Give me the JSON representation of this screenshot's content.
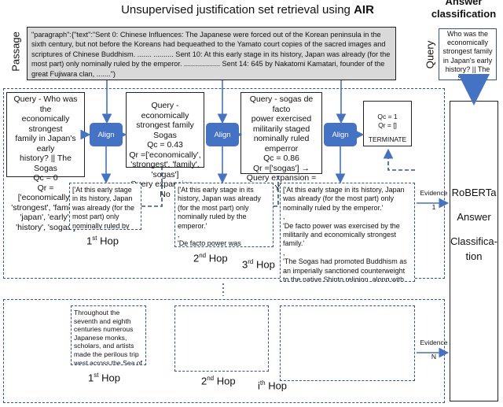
{
  "header": {
    "title_prefix": "Unsupervised justification set retrieval using ",
    "title_bold": "AIR",
    "answer_title": "Answer classification"
  },
  "labels": {
    "passage": "Passage",
    "query": "Query",
    "align": "Align",
    "evidence": "Evidence",
    "evidence_n1": "1",
    "evidence_n2": "N"
  },
  "passage": {
    "text": "\"paragraph\":{\"text\":\"Sent 0: Chinese Influences: The Japanese were forced out of the Korean peninsula in the sixth century, but not before the Koreans had bequeathed to the Yamato court copies of the sacred images and scriptures of Chinese Buddhism.        ....... ..........                Sent 10: At this early stage in its history, Japan was already (for the most part) only nominally ruled by the emperor.              ..................                Sent 14: 645 by Nakatomi Kamatari, founder of the great Fujiwara clan, .......\")"
  },
  "query_box": {
    "text": "Who was the economically strongest family in Japan's early history? || The Sogas"
  },
  "hops_row1": [
    {
      "query_lines": [
        "Query - Who was the",
        "economically strongest",
        "family in Japan's early",
        "history? || The Sogas",
        "Qc = 0",
        "Qr = ['economically',",
        "'strongest', 'family',",
        "'japan', 'early',",
        "'history', 'sogas']"
      ],
      "evidence": "['At this early stage in its history, Japan was already (for the most part) only nominally ruled by the emperor.']",
      "hop_num": "1",
      "hop_sup": "st",
      "hop_word": "Hop"
    },
    {
      "query_lines": [
        "Query - economically",
        "strongest family Sogas",
        "Qc = 0.43",
        "Qr =['economically',",
        "'strongest', 'family',",
        "'sogas']",
        "Query expansion = No"
      ],
      "evidence": "['At this early stage in its history, Japan was already (for the most part) only nominally ruled by the emperor.'\n,\n'De facto power was exercised by the militarily and economically strongest family.']",
      "hop_num": "2",
      "hop_sup": "nd",
      "hop_word": "Hop"
    },
    {
      "query_lines": [
        "Query - sogas de facto",
        "power exercised",
        "militarily staged",
        "nominally ruled",
        "emperror",
        "Qc = 0.86",
        "Qr =['sogas'] →",
        "Query expansion = Yes"
      ],
      "evidence": "['At this early stage in its history, Japan was already (for the most part) only nominally ruled by the emperor.'\n,\n'De facto power was exercised by the militarily and economically strongest family.'\n,\n'The Sogas had promoted Buddhism as an imperially sanctioned counterweight to the native Shinto religion, along with the new Chinese customs, to weaken the influence of their more conservative rivals.']",
      "hop_num": "3",
      "hop_sup": "rd",
      "hop_word": "Hop"
    }
  ],
  "terminate": {
    "lines": [
      "Qc = 1",
      "Qr = []",
      "",
      "TERMINATE"
    ]
  },
  "roberta": {
    "lines": [
      "RoBERTa",
      "Answer",
      "Classifica-",
      "tion"
    ]
  },
  "row2": {
    "evidence1": "Throughout the seventh and eighth centuries numerous Japanese monks, scholars, and artists made the perilous trip west across the Sea of Japan",
    "hops": [
      {
        "num": "1",
        "sup": "st",
        "word": "Hop"
      },
      {
        "num": "2",
        "sup": "nd",
        "word": "Hop"
      },
      {
        "num": "i",
        "sup": "th",
        "word": "Hop"
      }
    ]
  },
  "colors": {
    "accent_blue": "#4472c4",
    "dash_blue": "#2f5597",
    "passage_fill": "#d9d9d9"
  }
}
